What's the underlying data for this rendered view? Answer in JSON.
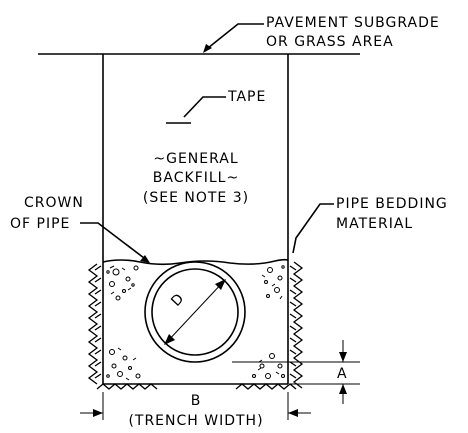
{
  "labels": {
    "pavement_line1": "PAVEMENT SUBGRADE",
    "pavement_line2": "OR GRASS AREA",
    "tape": "TAPE",
    "backfill_line1": "~GENERAL",
    "backfill_line2": "BACKFILL~",
    "backfill_line3": "(SEE NOTE 3)",
    "crown_line1": "CROWN",
    "crown_line2": "OF PIPE",
    "bedding_line1": "PIPE BEDDING",
    "bedding_line2": "MATERIAL",
    "diameter": "D",
    "dim_a": "A",
    "dim_b": "B",
    "trench_width": "(TRENCH WIDTH)"
  }
}
